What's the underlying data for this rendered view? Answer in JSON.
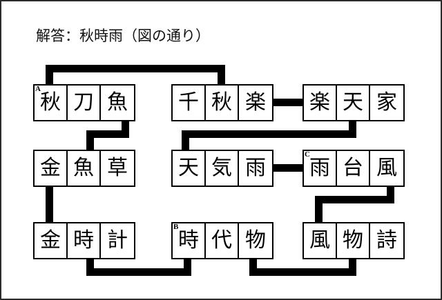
{
  "title": "解答：秋時雨（図の通り）",
  "puzzle": {
    "type": "word-chain-diagram",
    "words": [
      {
        "id": "sanma",
        "text": "秋刀魚",
        "chars": [
          "秋",
          "刀",
          "魚"
        ],
        "marker": "A",
        "marker_char_index": 0,
        "row": 1,
        "column": "left"
      },
      {
        "id": "senshuraku",
        "text": "千秋楽",
        "chars": [
          "千",
          "秋",
          "楽"
        ],
        "marker": "",
        "row": 1,
        "column": "center"
      },
      {
        "id": "rakutenka",
        "text": "楽天家",
        "chars": [
          "楽",
          "天",
          "家"
        ],
        "marker": "",
        "row": 1,
        "column": "right"
      },
      {
        "id": "kingyoso",
        "text": "金魚草",
        "chars": [
          "金",
          "魚",
          "草"
        ],
        "marker": "",
        "row": 2,
        "column": "left"
      },
      {
        "id": "tenkiame",
        "text": "天気雨",
        "chars": [
          "天",
          "気",
          "雨"
        ],
        "marker": "",
        "row": 2,
        "column": "center"
      },
      {
        "id": "ametaifu",
        "text": "雨台風",
        "chars": [
          "雨",
          "台",
          "風"
        ],
        "marker": "C",
        "marker_char_index": 0,
        "row": 2,
        "column": "right"
      },
      {
        "id": "kindokei",
        "text": "金時計",
        "chars": [
          "金",
          "時",
          "計"
        ],
        "marker": "",
        "row": 3,
        "column": "left"
      },
      {
        "id": "jidaimono",
        "text": "時代物",
        "chars": [
          "時",
          "代",
          "物"
        ],
        "marker": "B",
        "marker_char_index": 0,
        "row": 3,
        "column": "center"
      },
      {
        "id": "fubutsushi",
        "text": "風物詩",
        "chars": [
          "風",
          "物",
          "詩"
        ],
        "marker": "",
        "row": 3,
        "column": "right"
      }
    ],
    "answer": "秋時雨",
    "answer_markers": [
      "A",
      "B",
      "C"
    ],
    "line_color": "#000000"
  }
}
